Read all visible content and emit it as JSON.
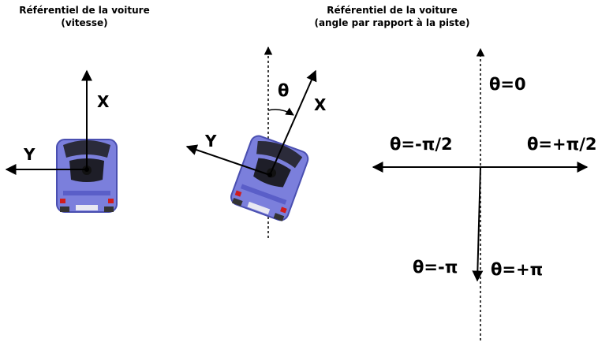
{
  "panel_left": {
    "title_line1": "Référentiel de la voiture",
    "title_line2": "(vitesse)",
    "x_label": "X",
    "y_label": "Y"
  },
  "panel_middle": {
    "title_line1": "Référentiel de la voiture",
    "title_line2": "(angle par rapport à la piste)",
    "theta_label": "θ",
    "x_label": "X",
    "y_label": "Y"
  },
  "panel_right": {
    "theta_zero": "θ=0",
    "theta_minus_half_pi": "θ=-π/2",
    "theta_plus_half_pi": "θ=+π/2",
    "theta_minus_pi": "θ=-π",
    "theta_plus_pi": "θ=+π"
  },
  "car_color": "#7b7fdc",
  "car_shadow_color": "#4a4fb0",
  "axis_color": "#000000"
}
